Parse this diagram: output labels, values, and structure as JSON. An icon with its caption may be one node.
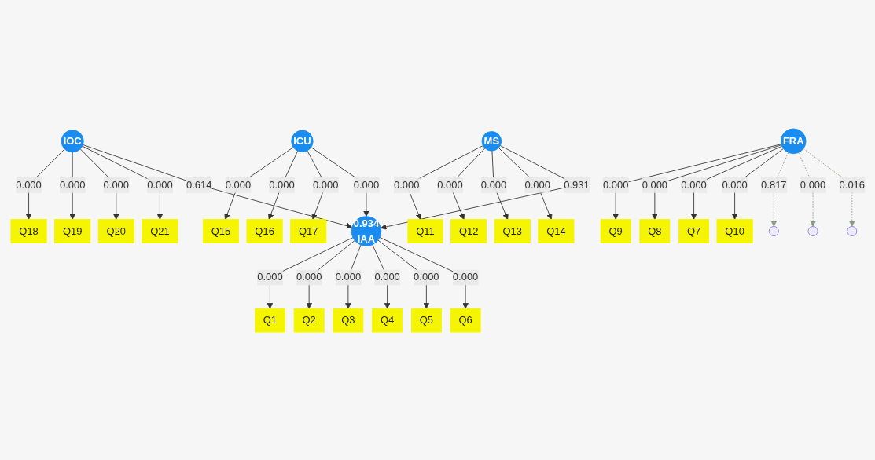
{
  "diagram": {
    "nodes": [
      {
        "text": [
          "IOC"
        ]
      },
      {
        "text": [
          "Q18"
        ]
      },
      {
        "text": [
          "Q19"
        ]
      },
      {
        "text": [
          "Q20"
        ]
      },
      {
        "text": [
          "Q21"
        ]
      },
      {
        "text": [
          "ICU"
        ]
      },
      {
        "text": [
          "Q15"
        ]
      },
      {
        "text": [
          "Q16"
        ]
      },
      {
        "text": [
          "Q17"
        ]
      },
      {
        "text": [
          "MS"
        ]
      },
      {
        "text": [
          "Q11"
        ]
      },
      {
        "text": [
          "Q12"
        ]
      },
      {
        "text": [
          "Q13"
        ]
      },
      {
        "text": [
          "Q14"
        ]
      },
      {
        "text": [
          "0.934",
          "IAA"
        ]
      },
      {
        "text": [
          "Q1"
        ]
      },
      {
        "text": [
          "Q2"
        ]
      },
      {
        "text": [
          "Q3"
        ]
      },
      {
        "text": [
          "Q4"
        ]
      },
      {
        "text": [
          "Q5"
        ]
      },
      {
        "text": [
          "Q6"
        ]
      },
      {
        "text": [
          "FRA"
        ]
      },
      {
        "text": [
          "Q9"
        ]
      },
      {
        "text": [
          "Q8"
        ]
      },
      {
        "text": [
          "Q7"
        ]
      },
      {
        "text": [
          "Q10"
        ]
      },
      {
        "text": [],
        "shape": "circle"
      },
      {
        "text": [],
        "shape": "circle"
      },
      {
        "text": [],
        "shape": "circle"
      }
    ],
    "edges": [
      {
        "from": 0,
        "to": 1,
        "arrow": "to",
        "label": "0.000"
      },
      {
        "from": 0,
        "to": 2,
        "arrow": "to",
        "label": "0.000"
      },
      {
        "from": 0,
        "to": 3,
        "arrow": "to",
        "label": "0.000"
      },
      {
        "from": 0,
        "to": 4,
        "arrow": "to",
        "label": "0.000"
      },
      {
        "from": 5,
        "to": 6,
        "arrow": "to",
        "label": "0.000"
      },
      {
        "from": 5,
        "to": 7,
        "arrow": "to",
        "label": "0.000"
      },
      {
        "from": 5,
        "to": 8,
        "arrow": "to",
        "label": "0.000"
      },
      {
        "from": 9,
        "to": 10,
        "arrow": "to",
        "label": "0.000"
      },
      {
        "from": 9,
        "to": 11,
        "arrow": "to",
        "label": "0.000"
      },
      {
        "from": 9,
        "to": 12,
        "arrow": "to",
        "label": "0.000"
      },
      {
        "from": 9,
        "to": 13,
        "arrow": "to",
        "label": "0.000"
      },
      {
        "from": 0,
        "to": 14,
        "arrow": "to",
        "label": "0.614"
      },
      {
        "from": 5,
        "to": 14,
        "arrow": "to",
        "label": "0.000"
      },
      {
        "from": 9,
        "to": 14,
        "arrow": "to",
        "label": "0.931"
      },
      {
        "from": 14,
        "to": 15,
        "arrow": "to",
        "label": "0.000"
      },
      {
        "from": 14,
        "to": 16,
        "arrow": "to",
        "label": "0.000"
      },
      {
        "from": 14,
        "to": 17,
        "arrow": "to",
        "label": "0.000"
      },
      {
        "from": 14,
        "to": 18,
        "arrow": "to",
        "label": "0.000"
      },
      {
        "from": 14,
        "to": 19,
        "arrow": "to",
        "label": "0.000"
      },
      {
        "from": 14,
        "to": 20,
        "arrow": "to",
        "label": "0.000"
      },
      {
        "from": 21,
        "to": 22,
        "arrow": "to",
        "label": "0.000"
      },
      {
        "from": 21,
        "to": 23,
        "arrow": "to",
        "label": "0.000"
      },
      {
        "from": 21,
        "to": 24,
        "arrow": "to",
        "label": "0.000"
      },
      {
        "from": 21,
        "to": 25,
        "arrow": "to",
        "label": "0.000"
      },
      {
        "from": 21,
        "to": 26,
        "arrow": "to",
        "label": "0.817",
        "style": "dashed",
        "color": "#8a9a80"
      },
      {
        "from": 21,
        "to": 27,
        "arrow": "to",
        "label": "0.000",
        "style": "dashed",
        "color": "#8a9a80"
      },
      {
        "from": 21,
        "to": 28,
        "arrow": "to",
        "label": "0.016",
        "style": "dashed",
        "color": "#8a9a80"
      }
    ]
  }
}
